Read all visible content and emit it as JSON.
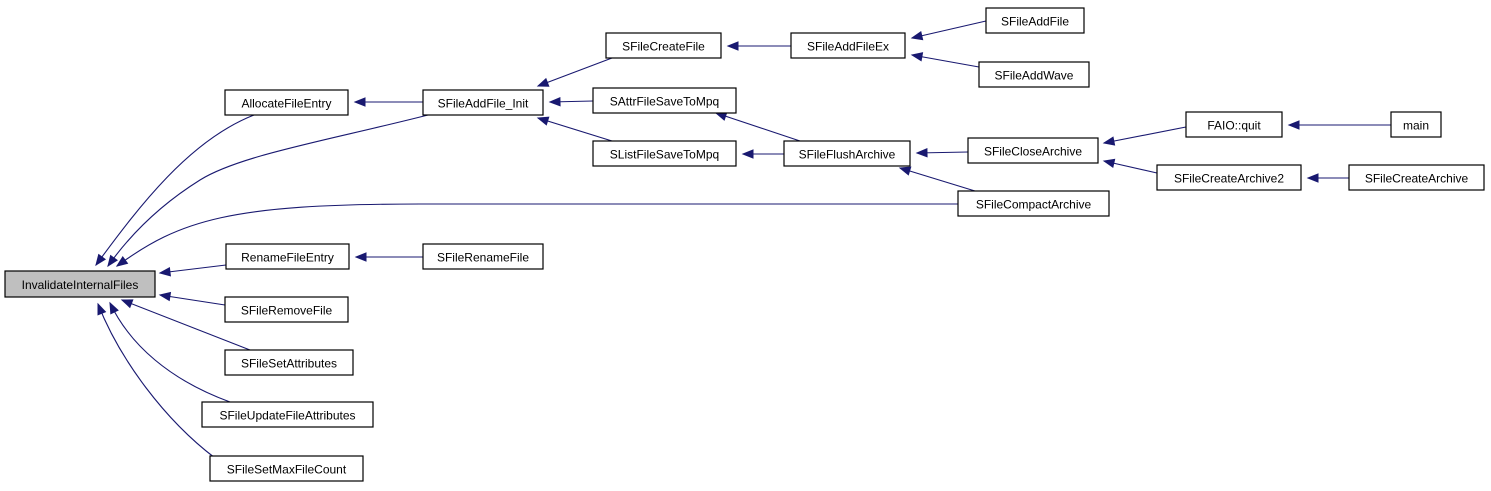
{
  "diagram": {
    "type": "call-graph",
    "colors": {
      "edge": "#191970",
      "root_fill": "#bfbfbf",
      "node_fill": "#ffffff",
      "node_stroke": "#000000"
    },
    "nodes": [
      {
        "id": "invalidate",
        "label": "InvalidateInternalFiles",
        "root": true
      },
      {
        "id": "allocate",
        "label": "AllocateFileEntry"
      },
      {
        "id": "addinit",
        "label": "SFileAddFile_Init"
      },
      {
        "id": "createfile",
        "label": "SFileCreateFile"
      },
      {
        "id": "addfileex",
        "label": "SFileAddFileEx"
      },
      {
        "id": "addfile",
        "label": "SFileAddFile"
      },
      {
        "id": "addwave",
        "label": "SFileAddWave"
      },
      {
        "id": "attrsave",
        "label": "SAttrFileSaveToMpq"
      },
      {
        "id": "listsave",
        "label": "SListFileSaveToMpq"
      },
      {
        "id": "flush",
        "label": "SFileFlushArchive"
      },
      {
        "id": "close",
        "label": "SFileCloseArchive"
      },
      {
        "id": "faio",
        "label": "FAIO::quit"
      },
      {
        "id": "main",
        "label": "main"
      },
      {
        "id": "create2",
        "label": "SFileCreateArchive2"
      },
      {
        "id": "createarchive",
        "label": "SFileCreateArchive"
      },
      {
        "id": "compact",
        "label": "SFileCompactArchive"
      },
      {
        "id": "rename",
        "label": "RenameFileEntry"
      },
      {
        "id": "renamefile",
        "label": "SFileRenameFile"
      },
      {
        "id": "remove",
        "label": "SFileRemoveFile"
      },
      {
        "id": "setattr",
        "label": "SFileSetAttributes"
      },
      {
        "id": "updateattr",
        "label": "SFileUpdateFileAttributes"
      },
      {
        "id": "setmax",
        "label": "SFileSetMaxFileCount"
      }
    ],
    "edges": [
      {
        "from": "allocate",
        "to": "invalidate"
      },
      {
        "from": "addinit",
        "to": "invalidate"
      },
      {
        "from": "compact",
        "to": "invalidate"
      },
      {
        "from": "rename",
        "to": "invalidate"
      },
      {
        "from": "remove",
        "to": "invalidate"
      },
      {
        "from": "setattr",
        "to": "invalidate"
      },
      {
        "from": "updateattr",
        "to": "invalidate"
      },
      {
        "from": "setmax",
        "to": "invalidate"
      },
      {
        "from": "addinit",
        "to": "allocate"
      },
      {
        "from": "createfile",
        "to": "addinit"
      },
      {
        "from": "attrsave",
        "to": "addinit"
      },
      {
        "from": "listsave",
        "to": "addinit"
      },
      {
        "from": "addfileex",
        "to": "createfile"
      },
      {
        "from": "addfile",
        "to": "addfileex"
      },
      {
        "from": "addwave",
        "to": "addfileex"
      },
      {
        "from": "flush",
        "to": "attrsave"
      },
      {
        "from": "flush",
        "to": "listsave"
      },
      {
        "from": "close",
        "to": "flush"
      },
      {
        "from": "compact",
        "to": "flush"
      },
      {
        "from": "faio",
        "to": "close"
      },
      {
        "from": "create2",
        "to": "close"
      },
      {
        "from": "main",
        "to": "faio"
      },
      {
        "from": "createarchive",
        "to": "create2"
      },
      {
        "from": "renamefile",
        "to": "rename"
      }
    ]
  }
}
